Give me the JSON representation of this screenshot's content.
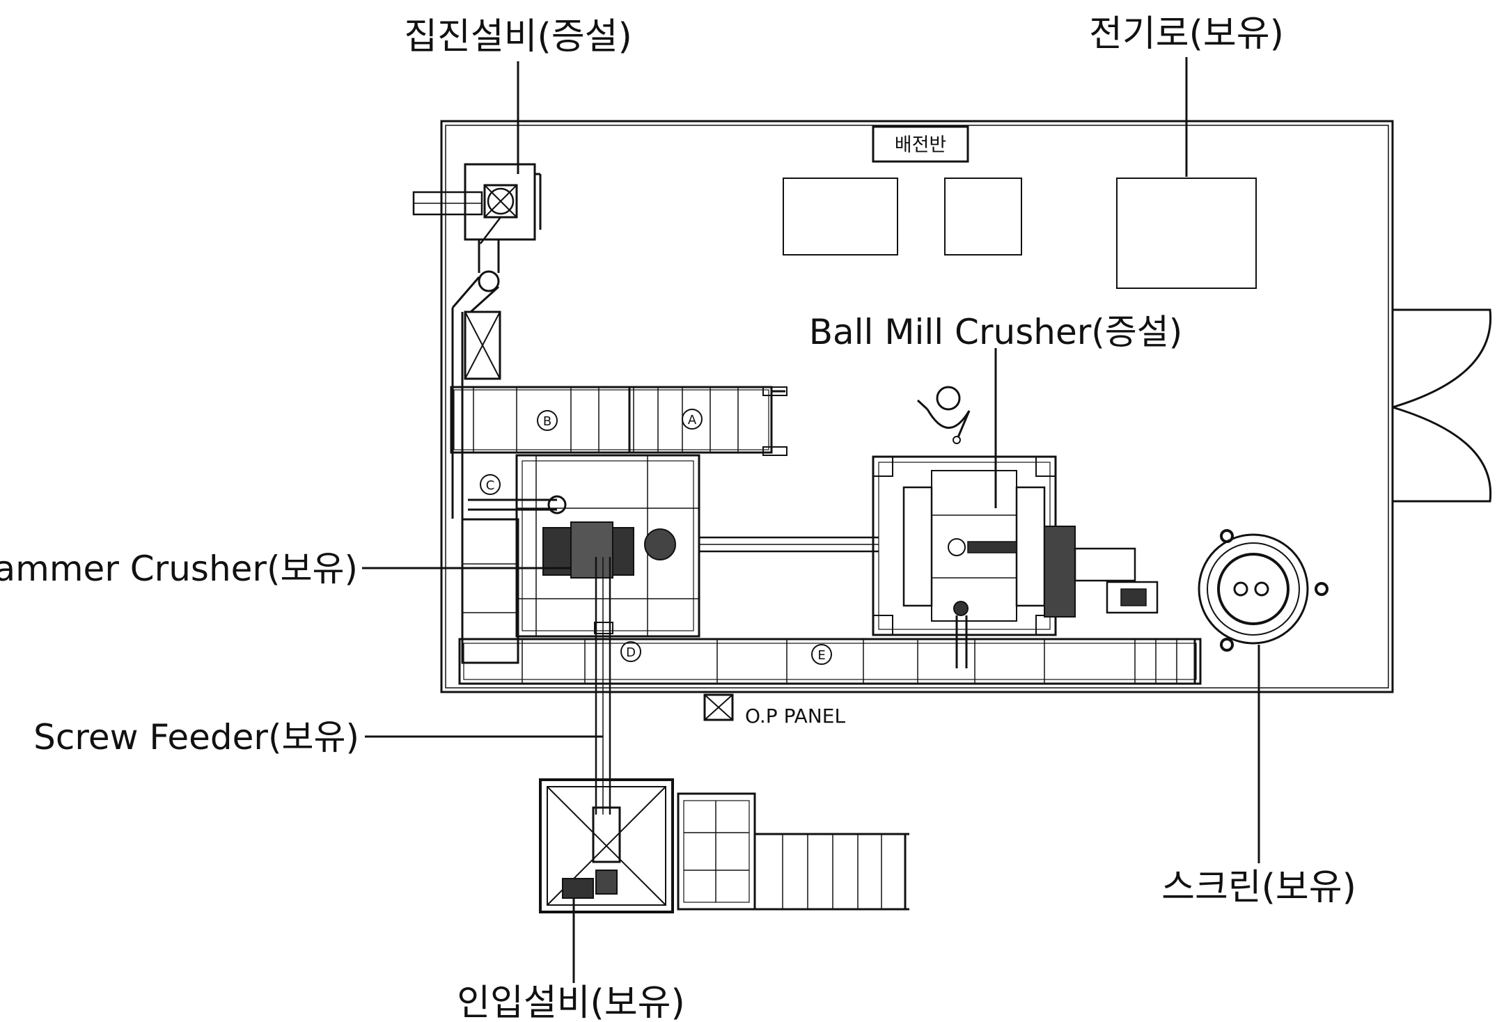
{
  "labels": {
    "dust_collector": "집진설비(증설)",
    "furnace": "전기로(보유)",
    "panel": "배전반",
    "ball_mill": "Ball Mill Crusher(증설)",
    "hammer": "Hammer Crusher(보유)",
    "screw": "Screw Feeder(보유)",
    "op_panel": "O.P PANEL",
    "screen": "스크린(보유)",
    "intake": "인입설비(보유)"
  },
  "markers": [
    "A",
    "B",
    "C",
    "D",
    "E"
  ],
  "colors": {
    "line": "#111111",
    "background": "#ffffff"
  }
}
